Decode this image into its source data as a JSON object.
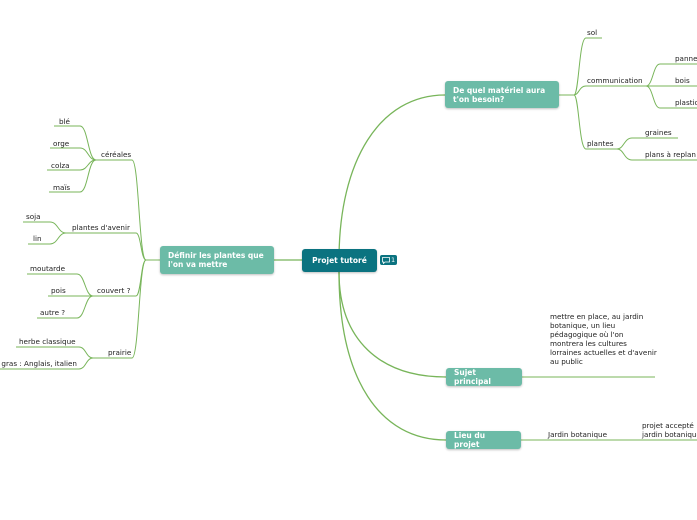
{
  "central": {
    "label": "Projet tutoré",
    "comment_count": "1",
    "comment_icon": "comment-icon"
  },
  "branches": {
    "materiel": {
      "label": "De quel matériel aura t'on besoin?",
      "sol": "sol",
      "communication": "communication",
      "communication_children": [
        "panne",
        "bois",
        "plastic"
      ],
      "plantes": "plantes",
      "plantes_children": [
        "graines",
        "plans à replan"
      ]
    },
    "definir": {
      "label": "Définir les plantes que l'on va mettre",
      "cereales": "céréales",
      "cereales_children": [
        "blé",
        "orge",
        "colza",
        "maïs"
      ],
      "plantes_avenir": "plantes d'avenir",
      "plantes_avenir_children": [
        "soja",
        "lin"
      ],
      "couvert": "couvert ?",
      "couvert_children": [
        "moutarde",
        "pois",
        "autre ?"
      ],
      "prairie": "prairie",
      "prairie_children": [
        "herbe classique",
        "ray gras : Anglais, italien"
      ]
    },
    "sujet": {
      "label": "Sujet principal",
      "detail": "mettre en place, au jardin botanique, un lieu pédagogique où l'on montrera les cultures lorraines actuelles et d'avenir au public"
    },
    "lieu": {
      "label": "Lieu du projet",
      "jardin": "Jardin botanique",
      "jardin_detail": "projet accepté jardin botanique"
    }
  },
  "colors": {
    "central": "#0b7380",
    "main": "#6cbba7",
    "line_main": "#78b55a",
    "line_sub": "#b9d9a6"
  }
}
